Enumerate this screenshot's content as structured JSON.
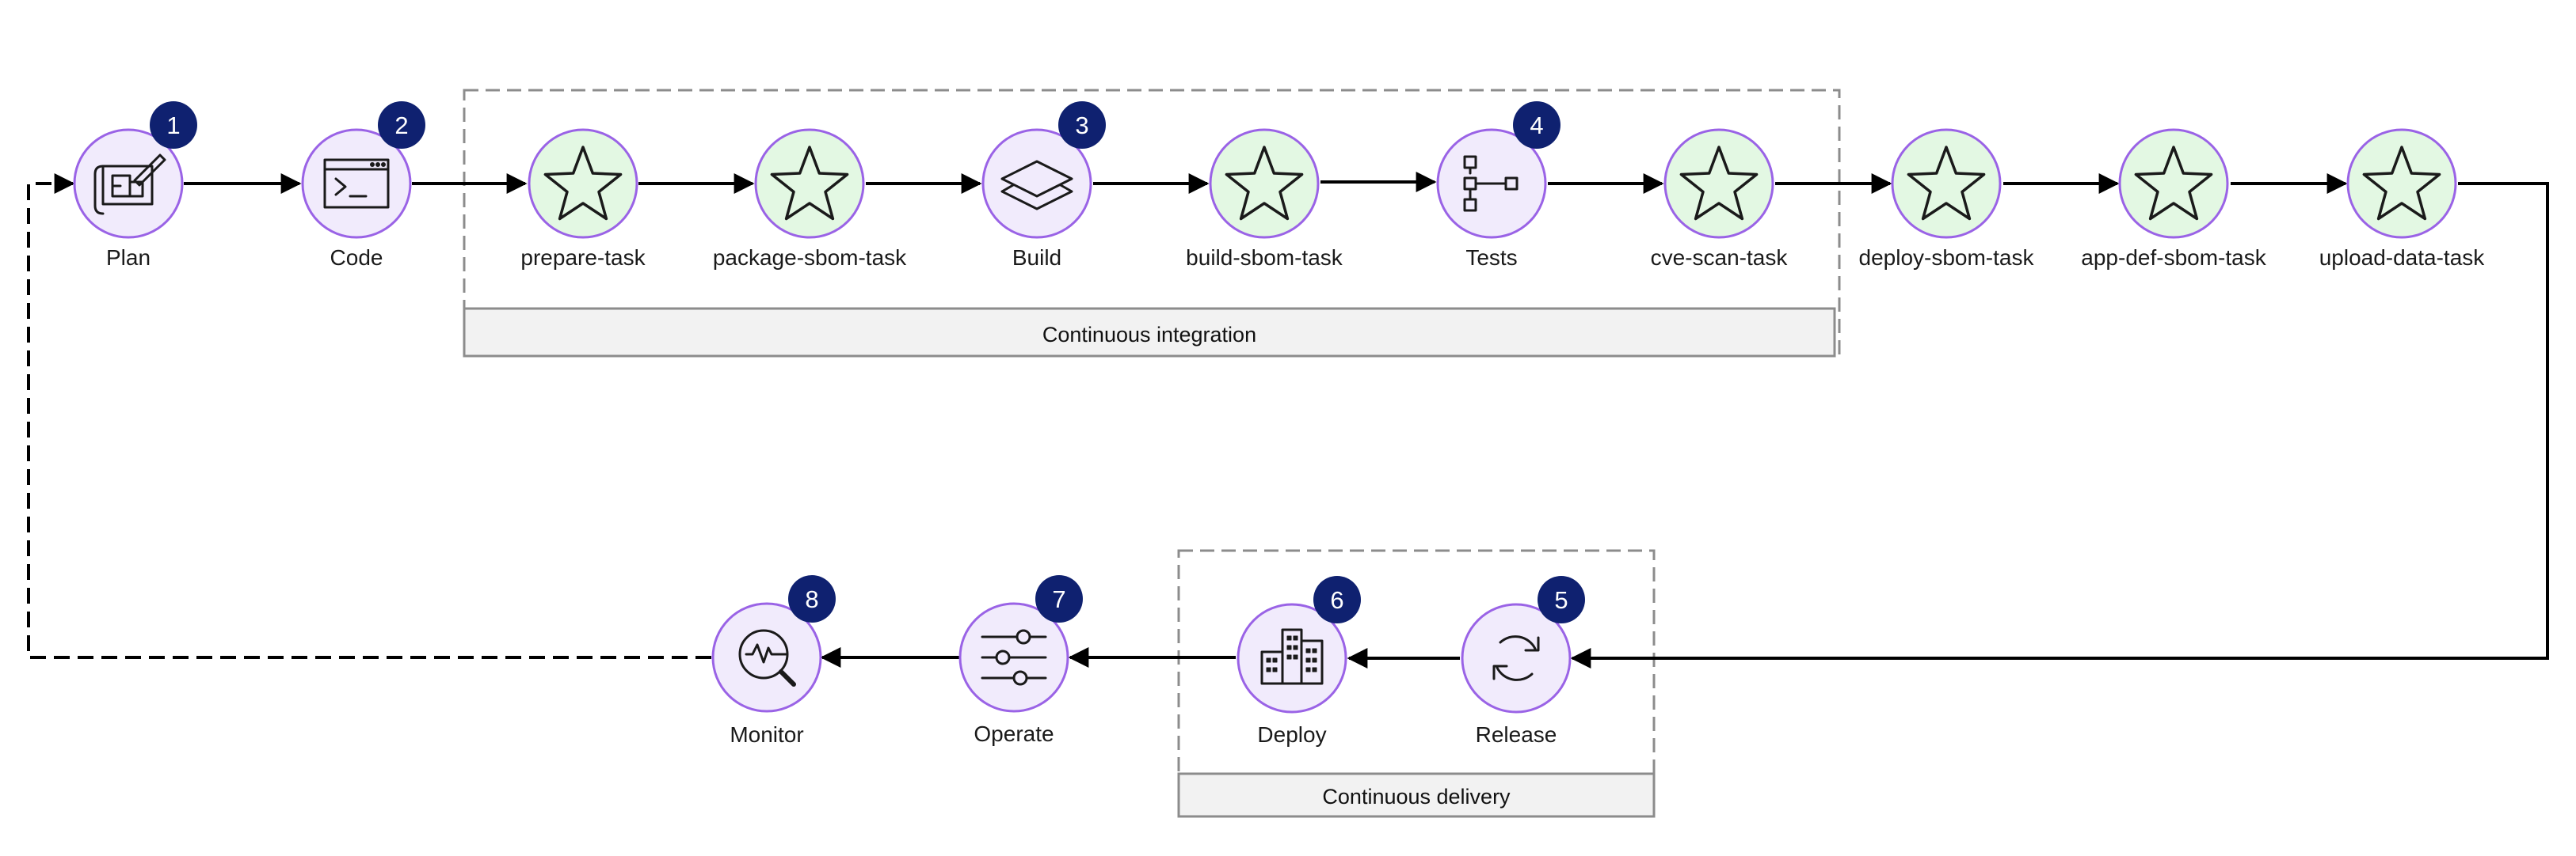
{
  "colors": {
    "star_fill": "#e3f8e3",
    "node_border": "#9a63e6",
    "phase_fill": "#f1ebfc",
    "badge": "#0f2170",
    "line": "#000000",
    "dashed_box": "#8c8c8c",
    "group_label_bg": "#f2f2f2"
  },
  "groups": {
    "ci": "Continuous integration",
    "cd": "Continuous delivery"
  },
  "nodes": {
    "plan": {
      "label": "Plan",
      "badge": "1",
      "icon": "blueprint-icon"
    },
    "code": {
      "label": "Code",
      "badge": "2",
      "icon": "terminal-window-icon"
    },
    "prepare": {
      "label": "prepare-task",
      "badge": "",
      "icon": "star-icon"
    },
    "pkgsbom": {
      "label": "package-sbom-task",
      "badge": "",
      "icon": "star-icon"
    },
    "build": {
      "label": "Build",
      "badge": "3",
      "icon": "layers-icon"
    },
    "buildsbom": {
      "label": "build-sbom-task",
      "badge": "",
      "icon": "star-icon"
    },
    "tests": {
      "label": "Tests",
      "badge": "4",
      "icon": "flow-tree-icon"
    },
    "cvescan": {
      "label": "cve-scan-task",
      "badge": "",
      "icon": "star-icon"
    },
    "deploysbom": {
      "label": "deploy-sbom-task",
      "badge": "",
      "icon": "star-icon"
    },
    "appdefsbom": {
      "label": "app-def-sbom-task",
      "badge": "",
      "icon": "star-icon"
    },
    "upload": {
      "label": "upload-data-task",
      "badge": "",
      "icon": "star-icon"
    },
    "release": {
      "label": "Release",
      "badge": "5",
      "icon": "refresh-icon"
    },
    "deploy": {
      "label": "Deploy",
      "badge": "6",
      "icon": "buildings-icon"
    },
    "operate": {
      "label": "Operate",
      "badge": "7",
      "icon": "sliders-icon"
    },
    "monitor": {
      "label": "Monitor",
      "badge": "8",
      "icon": "monitor-search-icon"
    }
  }
}
